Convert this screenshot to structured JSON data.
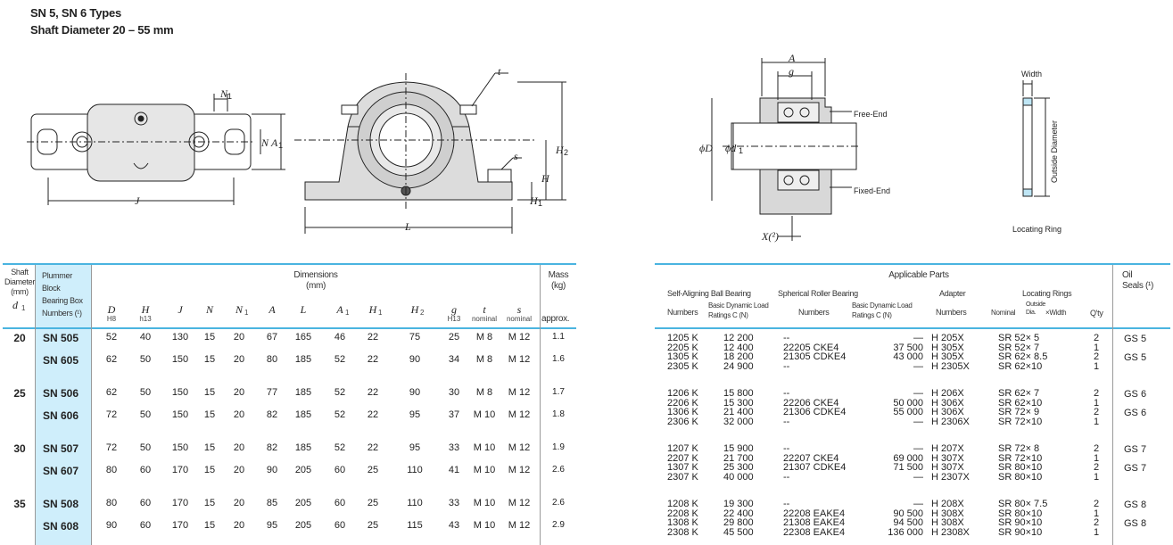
{
  "title": {
    "line1": "SN 5, SN 6 Types",
    "line2": "Shaft Diameter    20 – 55 mm"
  },
  "drawing_labels": {
    "N1": "N",
    "N": "N",
    "A1": "A",
    "J": "J",
    "t": "t",
    "s": "s",
    "H2": "H",
    "H": "H",
    "H1": "H",
    "L": "L",
    "A": "A",
    "g": "g",
    "phiD": "ϕD",
    "phid1": "ϕd",
    "X2": "X(²)",
    "free_end": "Free-End",
    "fixed_end": "Fixed-End",
    "width": "Width",
    "outside_diameter": "Outside Diameter",
    "locating_ring": "Locating Ring",
    "sub1": "1",
    "sub2": "2"
  },
  "left_table": {
    "headers": {
      "shaft": [
        "Shaft",
        "Diameter",
        "(mm)"
      ],
      "d1": "d",
      "plummer": [
        "Plummer",
        "Block",
        "Bearing Box",
        "Numbers (¹)"
      ],
      "dimensions": [
        "Dimensions",
        "(mm)"
      ],
      "mass": [
        "Mass",
        "(kg)"
      ],
      "approx": "approx.",
      "cols": [
        "D",
        "H",
        "J",
        "N",
        "N",
        "A",
        "L",
        "A",
        "H",
        "H",
        "g",
        "t",
        "s"
      ],
      "subs": [
        "H8",
        "h13",
        "",
        "",
        "1",
        "",
        "",
        "1",
        "1",
        "2",
        "H13",
        "nominal",
        "nominal"
      ]
    },
    "groups": [
      {
        "d": "20",
        "rows": [
          {
            "num": "SN 505",
            "v": [
              "52",
              "40",
              "130",
              "15",
              "20",
              "67",
              "165",
              "46",
              "22",
              "75",
              "25",
              "M  8",
              "M 12"
            ],
            "mass": "1.1"
          },
          {
            "num": "SN 605",
            "v": [
              "62",
              "50",
              "150",
              "15",
              "20",
              "80",
              "185",
              "52",
              "22",
              "90",
              "34",
              "M  8",
              "M 12"
            ],
            "mass": "1.6"
          }
        ]
      },
      {
        "d": "25",
        "rows": [
          {
            "num": "SN 506",
            "v": [
              "62",
              "50",
              "150",
              "15",
              "20",
              "77",
              "185",
              "52",
              "22",
              "90",
              "30",
              "M  8",
              "M 12"
            ],
            "mass": "1.7"
          },
          {
            "num": "SN 606",
            "v": [
              "72",
              "50",
              "150",
              "15",
              "20",
              "82",
              "185",
              "52",
              "22",
              "95",
              "37",
              "M 10",
              "M 12"
            ],
            "mass": "1.8"
          }
        ]
      },
      {
        "d": "30",
        "rows": [
          {
            "num": "SN 507",
            "v": [
              "72",
              "50",
              "150",
              "15",
              "20",
              "82",
              "185",
              "52",
              "22",
              "95",
              "33",
              "M 10",
              "M 12"
            ],
            "mass": "1.9"
          },
          {
            "num": "SN 607",
            "v": [
              "80",
              "60",
              "170",
              "15",
              "20",
              "90",
              "205",
              "60",
              "25",
              "110",
              "41",
              "M 10",
              "M 12"
            ],
            "mass": "2.6"
          }
        ]
      },
      {
        "d": "35",
        "rows": [
          {
            "num": "SN 508",
            "v": [
              "80",
              "60",
              "170",
              "15",
              "20",
              "85",
              "205",
              "60",
              "25",
              "110",
              "33",
              "M 10",
              "M 12"
            ],
            "mass": "2.6"
          },
          {
            "num": "SN 608",
            "v": [
              "90",
              "60",
              "170",
              "15",
              "20",
              "95",
              "205",
              "60",
              "25",
              "115",
              "43",
              "M 10",
              "M 12"
            ],
            "mass": "2.9"
          }
        ]
      }
    ]
  },
  "right_table": {
    "headers": {
      "applicable": "Applicable Parts",
      "ball": "Self-Aligning Ball Bearing",
      "roller": "Spherical Roller Bearing",
      "adapter": "Adapter",
      "rings": "Locating Rings",
      "oil": [
        "Oil",
        "Seals (¹)"
      ],
      "numbers": "Numbers",
      "dyn": [
        "Basic Dynamic Load",
        "Ratings C  (N)"
      ],
      "nominal": "Nominal",
      "outside": [
        "Outside",
        "Dia."
      ],
      "xwidth": "×Width",
      "qty": "Q'ty"
    },
    "groups": [
      {
        "rows": [
          {
            "ball": "1205 K",
            "bc": "12 200",
            "sr": "--",
            "sc": "—",
            "ad": "H  205X",
            "lr": "SR  52×  5",
            "q": "2"
          },
          {
            "ball": "2205 K",
            "bc": "12 400",
            "sr": "22205 CKE4",
            "sc": "37 500",
            "ad": "H  305X",
            "lr": "SR  52×  7",
            "q": "1"
          },
          {
            "ball": "1305 K",
            "bc": "18 200",
            "sr": "21305 CDKE4",
            "sc": "43 000",
            "ad": "H  305X",
            "lr": "SR  62×  8.5",
            "q": "2"
          },
          {
            "ball": "2305 K",
            "bc": "24 900",
            "sr": "--",
            "sc": "—",
            "ad": "H 2305X",
            "lr": "SR  62×10",
            "q": "1"
          }
        ],
        "seals": [
          "GS  5",
          "GS  5"
        ]
      },
      {
        "rows": [
          {
            "ball": "1206 K",
            "bc": "15 800",
            "sr": "--",
            "sc": "—",
            "ad": "H  206X",
            "lr": "SR  62×  7",
            "q": "2"
          },
          {
            "ball": "2206 K",
            "bc": "15 300",
            "sr": "22206 CKE4",
            "sc": "50 000",
            "ad": "H  306X",
            "lr": "SR  62×10",
            "q": "1"
          },
          {
            "ball": "1306 K",
            "bc": "21 400",
            "sr": "21306 CDKE4",
            "sc": "55 000",
            "ad": "H  306X",
            "lr": "SR  72×  9",
            "q": "2"
          },
          {
            "ball": "2306 K",
            "bc": "32 000",
            "sr": "--",
            "sc": "—",
            "ad": "H 2306X",
            "lr": "SR  72×10",
            "q": "1"
          }
        ],
        "seals": [
          "GS  6",
          "GS  6"
        ]
      },
      {
        "rows": [
          {
            "ball": "1207 K",
            "bc": "15 900",
            "sr": "--",
            "sc": "—",
            "ad": "H  207X",
            "lr": "SR  72×  8",
            "q": "2"
          },
          {
            "ball": "2207 K",
            "bc": "21 700",
            "sr": "22207 CKE4",
            "sc": "69 000",
            "ad": "H  307X",
            "lr": "SR  72×10",
            "q": "1"
          },
          {
            "ball": "1307 K",
            "bc": "25 300",
            "sr": "21307 CDKE4",
            "sc": "71 500",
            "ad": "H  307X",
            "lr": "SR  80×10",
            "q": "2"
          },
          {
            "ball": "2307 K",
            "bc": "40 000",
            "sr": "--",
            "sc": "—",
            "ad": "H 2307X",
            "lr": "SR  80×10",
            "q": "1"
          }
        ],
        "seals": [
          "GS  7",
          "GS  7"
        ]
      },
      {
        "rows": [
          {
            "ball": "1208 K",
            "bc": "19 300",
            "sr": "--",
            "sc": "—",
            "ad": "H  208X",
            "lr": "SR  80×  7.5",
            "q": "2"
          },
          {
            "ball": "2208 K",
            "bc": "22 400",
            "sr": "22208 EAKE4",
            "sc": "90 500",
            "ad": "H  308X",
            "lr": "SR  80×10",
            "q": "1"
          },
          {
            "ball": "1308 K",
            "bc": "29 800",
            "sr": "21308 EAKE4",
            "sc": "94 500",
            "ad": "H  308X",
            "lr": "SR  90×10",
            "q": "2"
          },
          {
            "ball": "2308 K",
            "bc": "45 500",
            "sr": "22308 EAKE4",
            "sc": "136 000",
            "ad": "H 2308X",
            "lr": "SR  90×10",
            "q": "1"
          }
        ],
        "seals": [
          "GS  8",
          "GS  8"
        ]
      }
    ]
  }
}
